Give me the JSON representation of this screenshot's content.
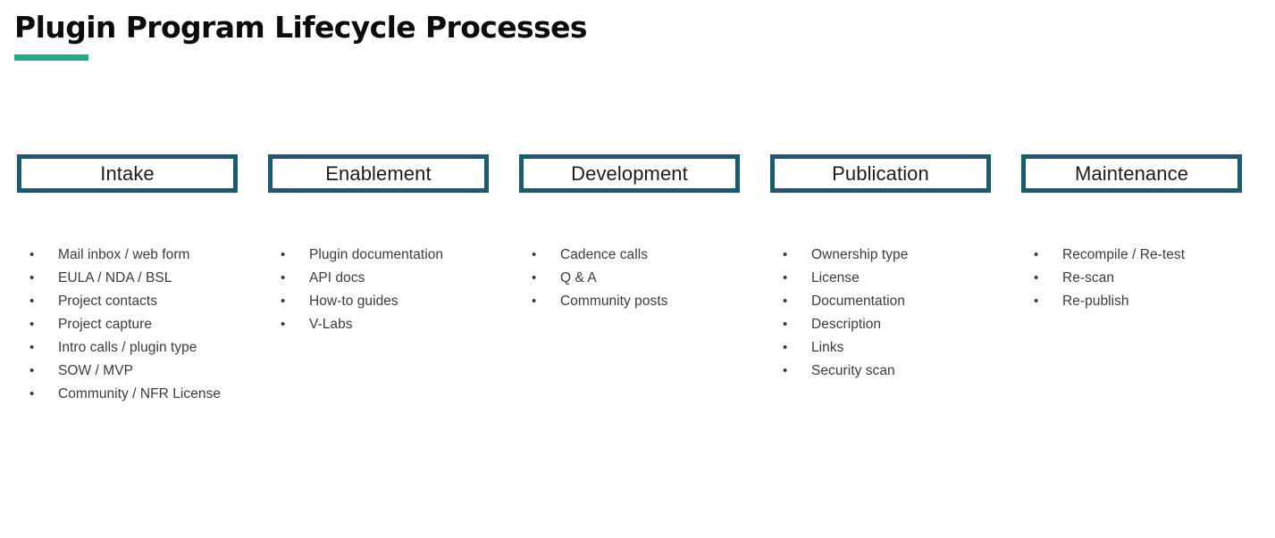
{
  "title": "Plugin Program Lifecycle Processes",
  "accent_color": "#1eab8a",
  "box_border_color": "#1b5b6e",
  "text_color": "#3b3b3b",
  "bullet_glyph": "•",
  "columns": [
    {
      "stage": "Intake",
      "items": [
        "Mail inbox / web form",
        "EULA / NDA / BSL",
        "Project contacts",
        "Project capture",
        "Intro calls / plugin type",
        "SOW / MVP",
        "Community / NFR License"
      ]
    },
    {
      "stage": "Enablement",
      "items": [
        "Plugin documentation",
        "API docs",
        "How-to guides",
        "V-Labs"
      ]
    },
    {
      "stage": "Development",
      "items": [
        "Cadence calls",
        "Q & A",
        "Community posts"
      ]
    },
    {
      "stage": "Publication",
      "items": [
        "Ownership type",
        "License",
        "Documentation",
        "Description",
        "Links",
        "Security scan"
      ]
    },
    {
      "stage": "Maintenance",
      "items": [
        "Recompile / Re-test",
        "Re-scan",
        "Re-publish"
      ]
    }
  ]
}
